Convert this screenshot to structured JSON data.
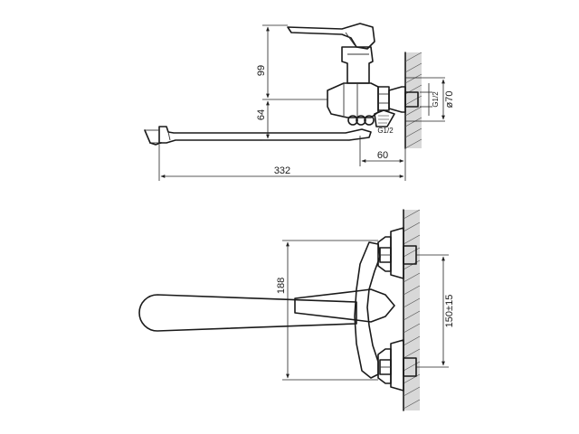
{
  "diagram": {
    "side_view": {
      "dimensions": {
        "handle_height": "99",
        "spout_height": "64",
        "wall_offset": "60",
        "total_reach": "332",
        "thread": "G1/2",
        "flange_diameter": "ø70",
        "outlet_thread": "G1/2"
      }
    },
    "front_view": {
      "dimensions": {
        "body_height": "188",
        "inlet_spacing": "150±15"
      }
    },
    "colors": {
      "line": "#1a1a1a",
      "wall": "#d8d8d8"
    }
  }
}
